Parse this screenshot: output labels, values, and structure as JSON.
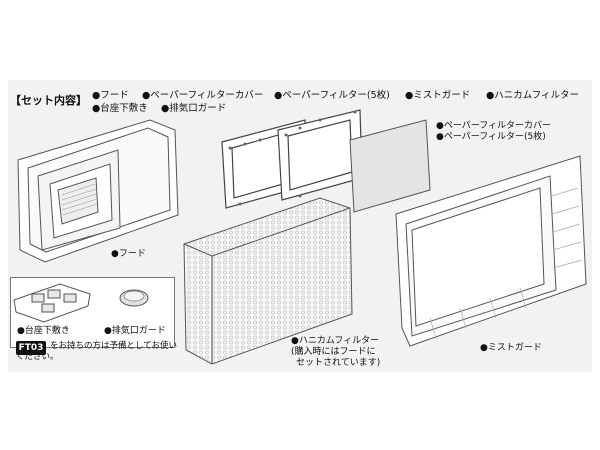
{
  "header": {
    "set_label": "【セット内容】",
    "items": [
      "●フード",
      "●ペーパーフィルターカバー",
      "●ペーパーフィルター(5枚)",
      "●ミストガード",
      "●ハニカムフィルター",
      "●台座下敷き",
      "●排気口ガード"
    ]
  },
  "labels": {
    "hood": "●フード",
    "paper_cover": "●ペーパーフィルターカバー",
    "paper_filter": "●ペーパーフィルター(5枚)",
    "base_mat": "●台座下敷き",
    "exhaust_guard": "●排気口ガード",
    "honeycomb_1": "●ハニカムフィルター",
    "honeycomb_2": "(購入時にはフードに",
    "honeycomb_3": "セットされています)",
    "mist_guard": "●ミストガード"
  },
  "note": {
    "badge": "FT03",
    "line1": "をお持ちの方は予備としてお使い",
    "line2": "ください。"
  },
  "colors": {
    "panel": "#f2f2f2",
    "outline": "#555555",
    "badge": "#111111"
  }
}
